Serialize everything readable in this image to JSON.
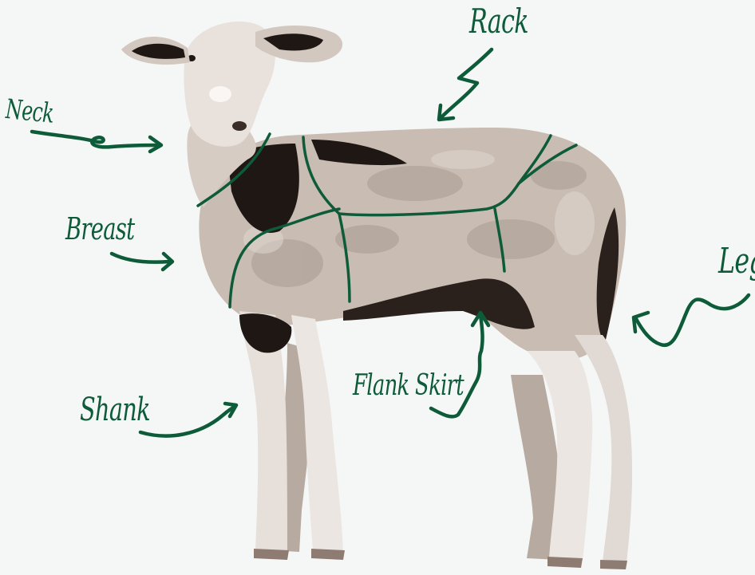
{
  "labels": {
    "neck": "Neck",
    "rack": "Rack",
    "breast": "Breast",
    "leg": "Leg",
    "flank_skirt": "Flank Skirt",
    "shank": "Shank"
  },
  "colors": {
    "background": "#f5f7f7",
    "accent_green": "#0e5b3a",
    "wool": "#c9bdb3",
    "wool_shadow": "#9e8e84",
    "dark": "#1e1714",
    "leg_white": "#ece6e2"
  },
  "icons": {
    "main_image": "lamb-illustration",
    "arrows": "hand-drawn-arrow-icon"
  }
}
